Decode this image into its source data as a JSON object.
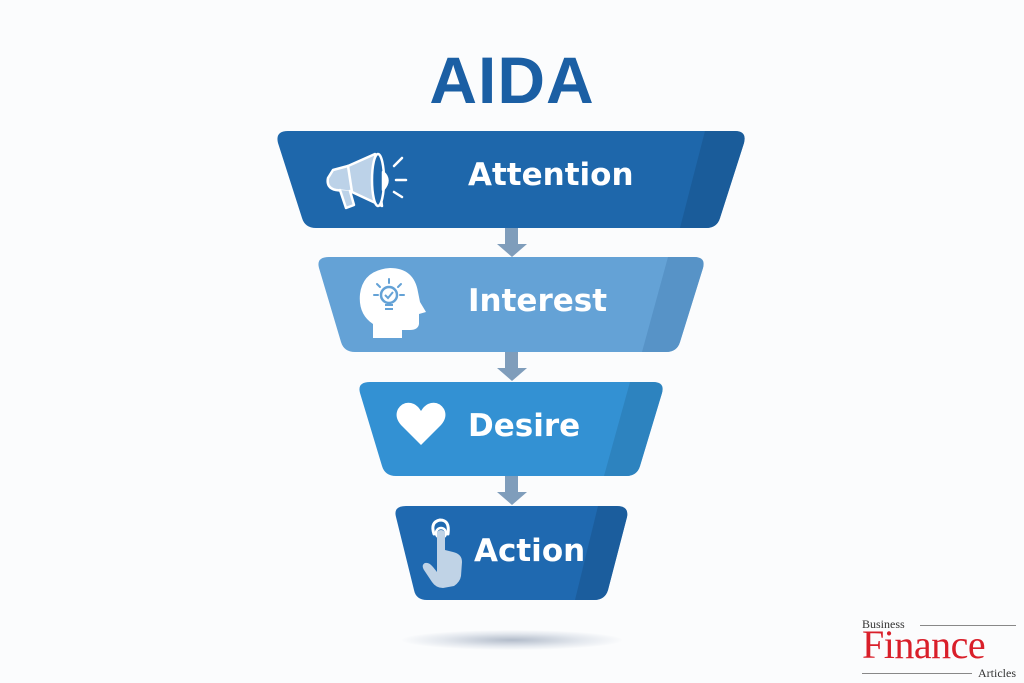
{
  "title": "AIDA",
  "stages": [
    {
      "label": "Attention",
      "icon": "megaphone-icon",
      "color": "#1e67ab",
      "shade": "#1a5a96"
    },
    {
      "label": "Interest",
      "icon": "head-lightbulb-icon",
      "color": "#64a2d6",
      "shade": "#5590c4"
    },
    {
      "label": "Desire",
      "icon": "heart-icon",
      "color": "#3391d3",
      "shade": "#2d80bb"
    },
    {
      "label": "Action",
      "icon": "pointer-hand-click-icon",
      "color": "#1f69b0",
      "shade": "#1b5c9a"
    }
  ],
  "arrow_color": "#7f9dbb",
  "logo": {
    "top_text": "Business",
    "main_text": "Finance",
    "bottom_text": "Articles",
    "main_color": "#d91f2a"
  }
}
